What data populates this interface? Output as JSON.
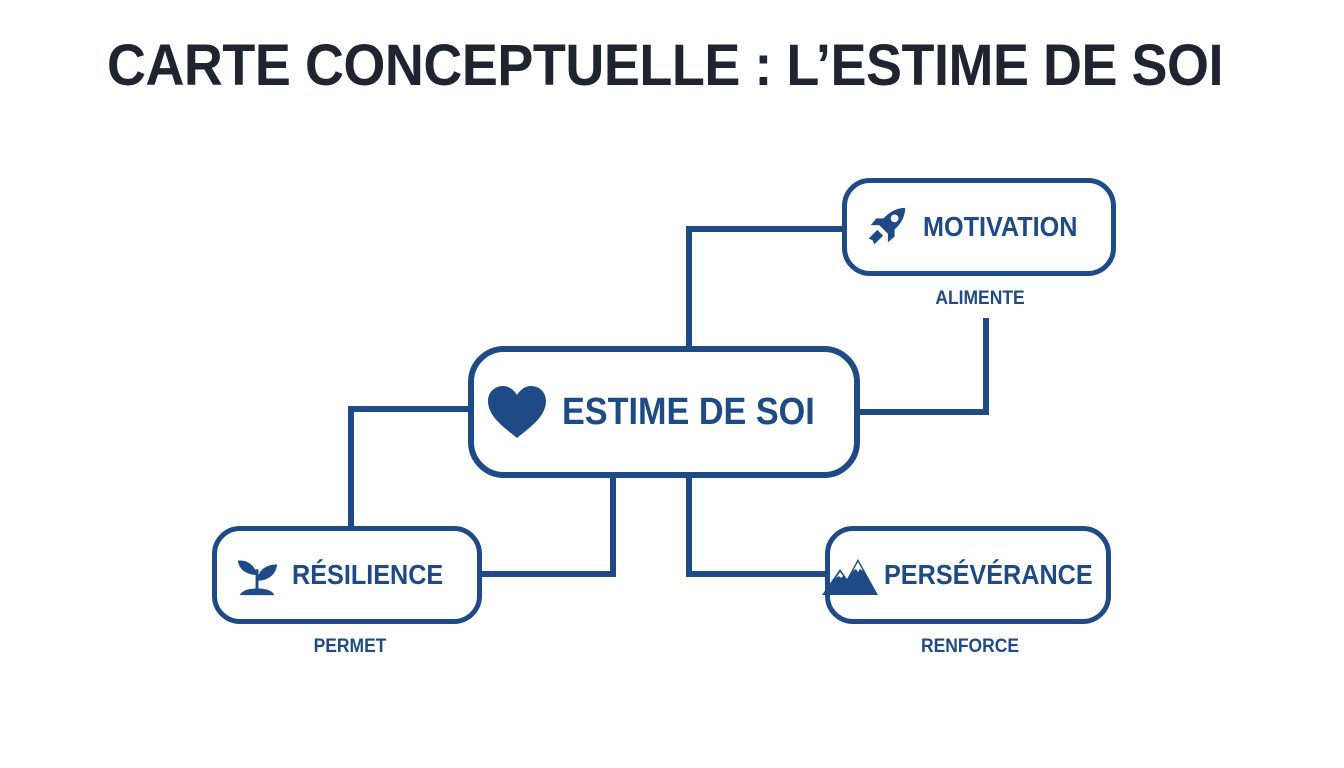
{
  "title": "CARTE CONCEPTUELLE : L’ESTIME DE SOI",
  "colors": {
    "primary": "#1e4a86",
    "title": "#1f2430",
    "background": "#ffffff"
  },
  "nodes": {
    "center": {
      "label": "ESTIME DE SOI",
      "icon": "heart-icon"
    },
    "motivation": {
      "label": "MOTIVATION",
      "icon": "rocket-icon"
    },
    "resilience": {
      "label": "RÉSILIENCE",
      "icon": "sprout-icon"
    },
    "perseverance": {
      "label": "PERSÉVÉRANCE",
      "icon": "mountain-icon"
    }
  },
  "edges": {
    "motivation": {
      "label": "ALIMENTE"
    },
    "resilience": {
      "label": "PERMET"
    },
    "perseverance": {
      "label": "RENFORCE"
    }
  }
}
